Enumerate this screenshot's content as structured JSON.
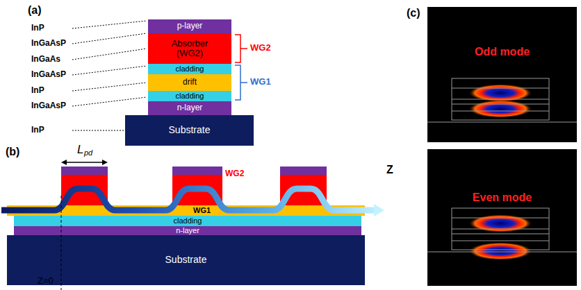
{
  "diagram": {
    "nodes": [
      {
        "text": [
          "p-layer"
        ]
      },
      {
        "text": [
          "Absorber (WG2)"
        ]
      },
      {
        "text": [
          "cladding"
        ]
      },
      {
        "text": [
          "drift"
        ]
      },
      {
        "text": [
          "cladding"
        ]
      },
      {
        "text": [
          "n-layer"
        ]
      },
      {
        "text": [
          "Substrate"
        ]
      },
      {
        "text": [
          "WG1"
        ]
      },
      {
        "text": [
          "cladding"
        ]
      },
      {
        "text": [
          "n-layer"
        ]
      },
      {
        "text": [
          "Substrate"
        ]
      },
      {
        "text": [
          "Odd mode"
        ]
      },
      {
        "text": [
          "Even mode"
        ]
      }
    ],
    "labels": [
      "(a)",
      "InP",
      "InGaAsP",
      "InGaAs",
      "InGaAsP",
      "InP",
      "InGaAsP",
      "InP",
      "WG2",
      "WG1",
      "(b)",
      "L",
      "pd",
      "WG2",
      "Z",
      "Z=0",
      "(c)"
    ]
  }
}
